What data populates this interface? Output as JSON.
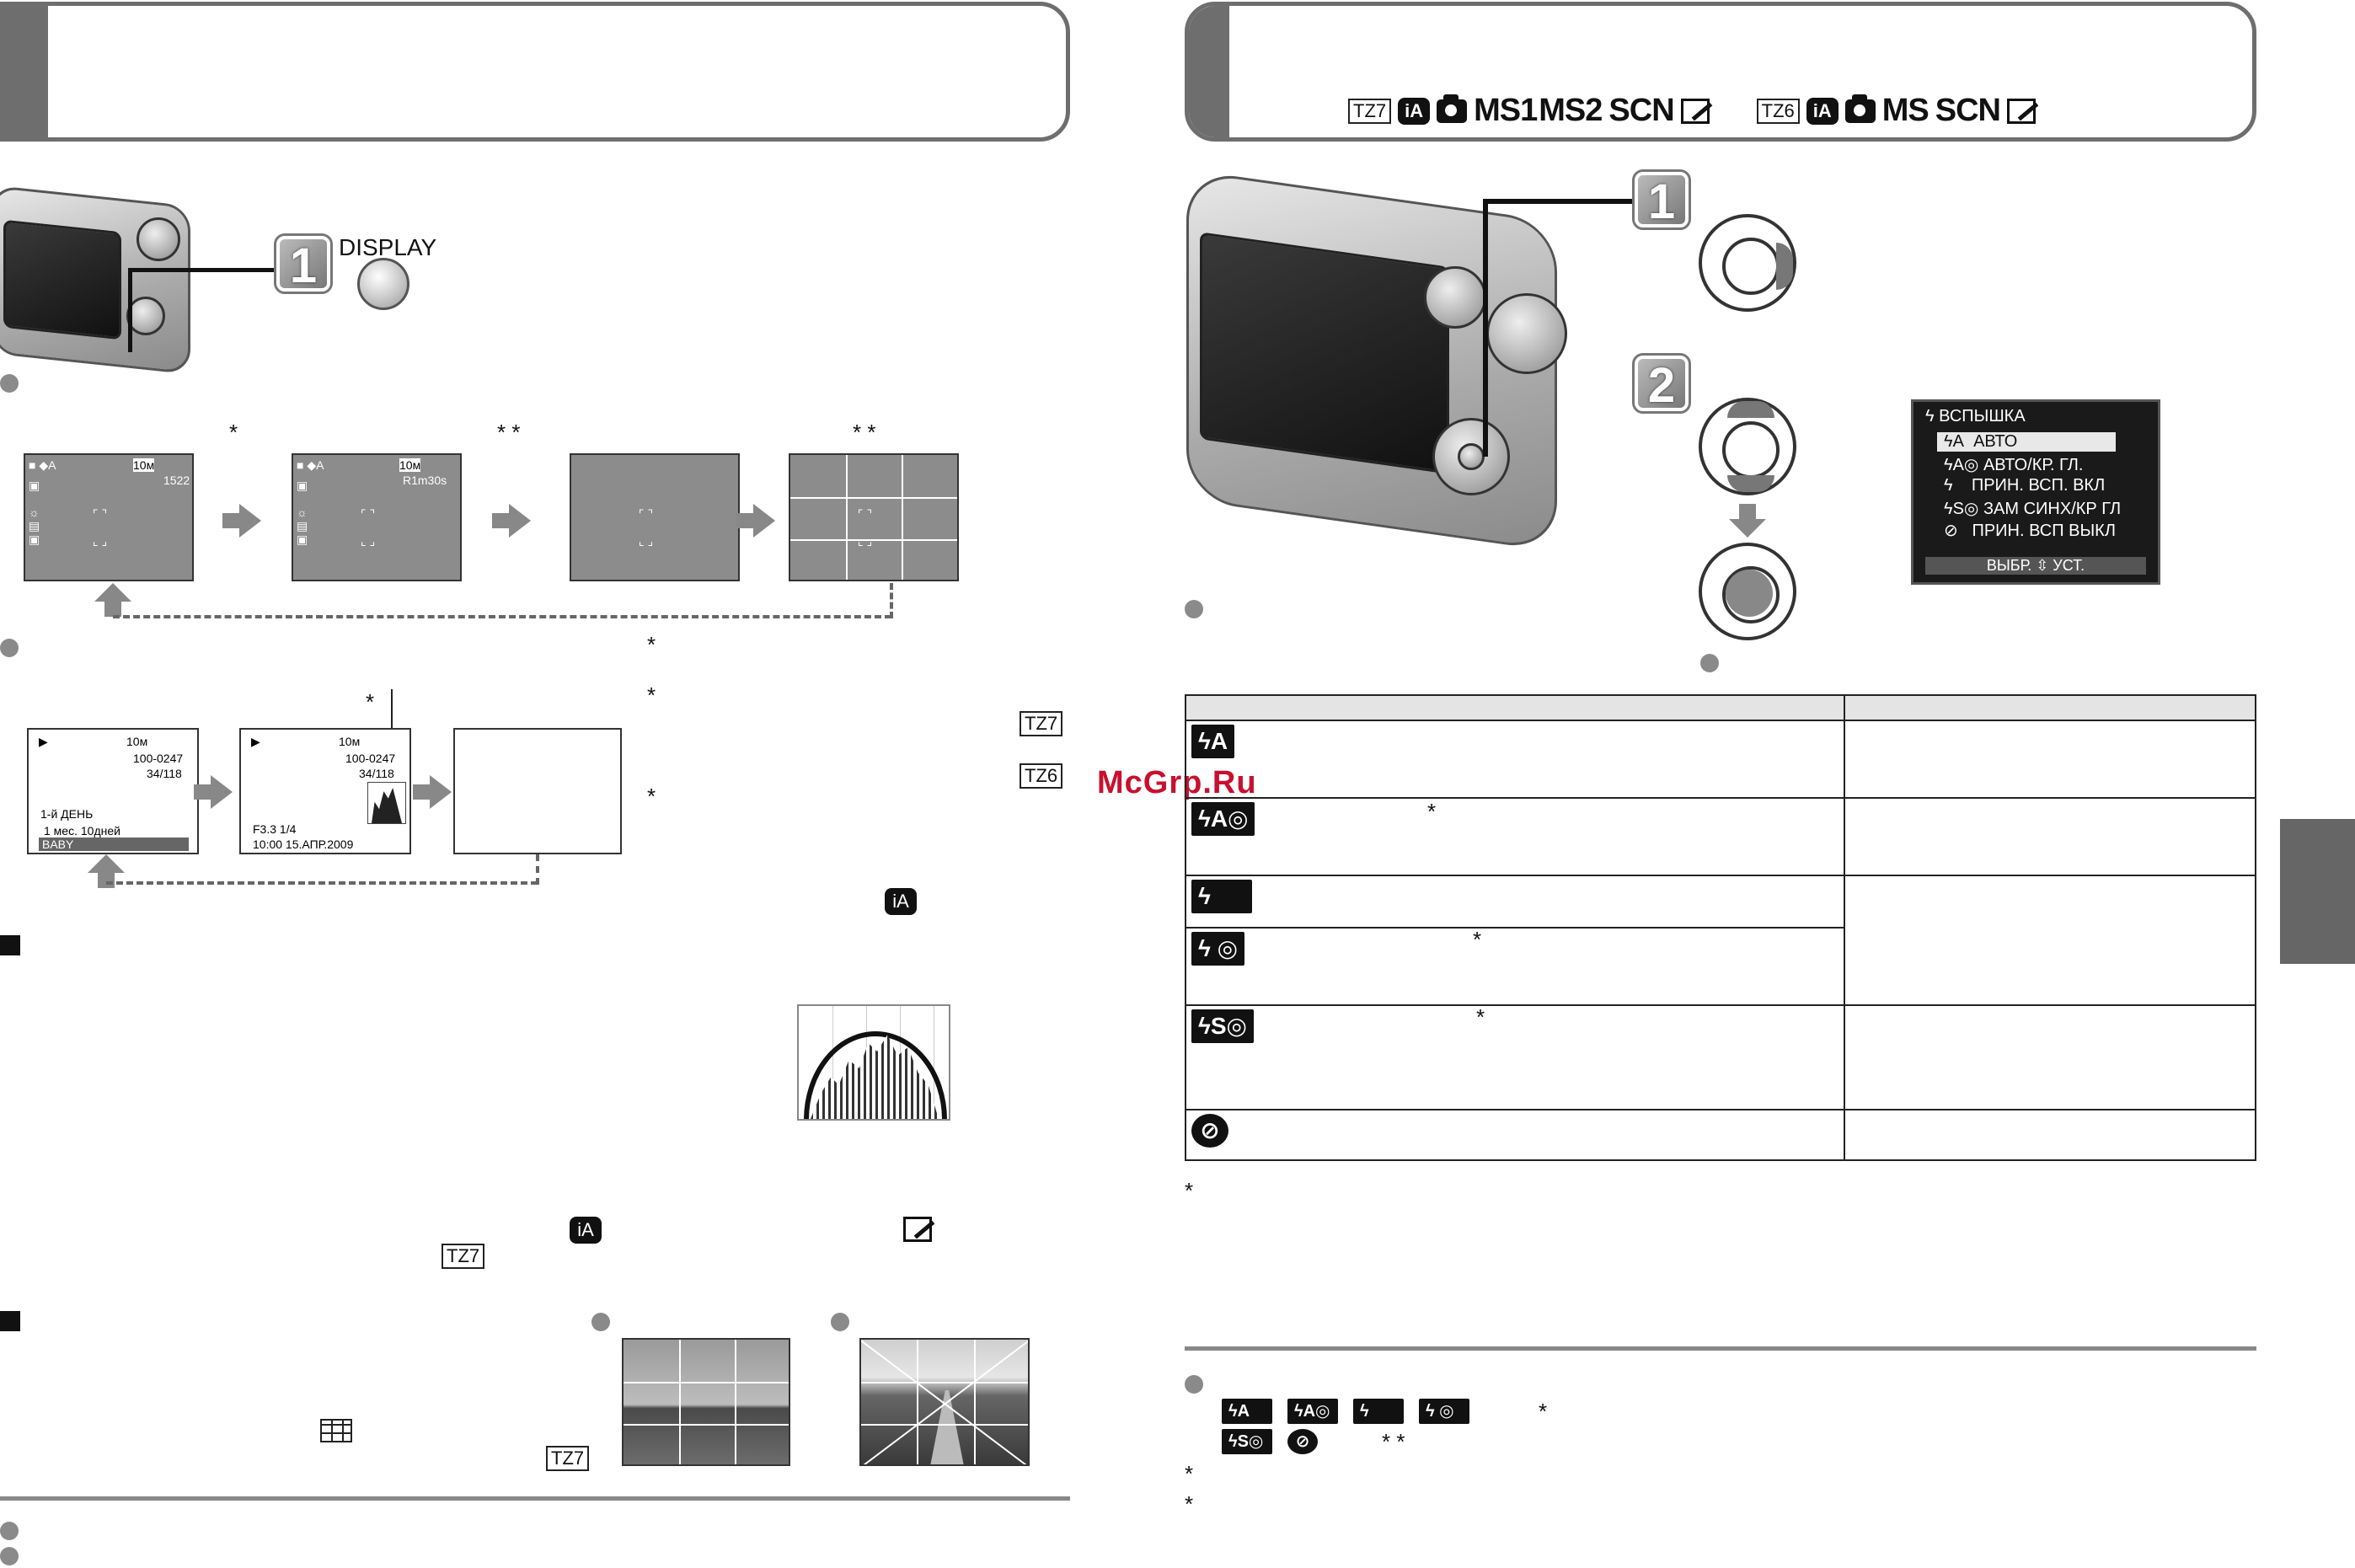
{
  "left_page": {
    "step1_button_label": "DISPLAY",
    "step1_number": "1",
    "recording_screens": [
      {
        "line1": "10м",
        "line2": "1522"
      },
      {
        "line1": "10м",
        "line2": "R1m30s"
      }
    ],
    "playback_screens": [
      {
        "line1": "10м",
        "line2": "100-0247",
        "line3": "34/118",
        "line4": "1-й ДЕНЬ",
        "line5": "1 мес. 10дней",
        "line6": "BABY"
      },
      {
        "line1": "10м",
        "line2": "100-0247",
        "line3": "34/118",
        "line4": "F3.3 1/4",
        "line5": "10:00 15.АПР.2009"
      }
    ],
    "model_labels": [
      "TZ7",
      "TZ6",
      "TZ7",
      "TZ7"
    ]
  },
  "right_page": {
    "header_mode_groups": [
      {
        "model": "TZ7",
        "modes": [
          "iA",
          "camera",
          "MS1",
          "MS2",
          "SCN",
          "edit"
        ]
      },
      {
        "model": "TZ6",
        "modes": [
          "iA",
          "camera",
          "MS",
          "SCN",
          "edit"
        ]
      }
    ],
    "step_numbers": [
      "1",
      "2"
    ],
    "flash_menu": {
      "title": "ВСПЫШКА",
      "items": [
        {
          "icon": "ϟA",
          "label": "АВТО",
          "selected": true
        },
        {
          "icon": "ϟA◎",
          "label": "АВТО/КР. ГЛ.",
          "selected": false
        },
        {
          "icon": "ϟ",
          "label": "ПРИН. ВСП. ВКЛ",
          "selected": false
        },
        {
          "icon": "ϟS◎",
          "label": "ЗАМ СИНХ/КР ГЛ",
          "selected": false
        },
        {
          "icon": "⊘",
          "label": "ПРИН. ВСП ВЫКЛ",
          "selected": false
        }
      ],
      "footer": "ВЫБР. ⇳ УСТ."
    },
    "flash_table_rows": [
      {
        "icon": "ϟA",
        "star": false
      },
      {
        "icon": "ϟA◎",
        "star": true
      },
      {
        "icon": "ϟ",
        "star": false
      },
      {
        "icon": "ϟ ◎",
        "star": true
      },
      {
        "icon": "ϟS◎",
        "star": true
      },
      {
        "icon": "⊘",
        "star": false
      }
    ]
  },
  "watermark": "McGrp.Ru"
}
